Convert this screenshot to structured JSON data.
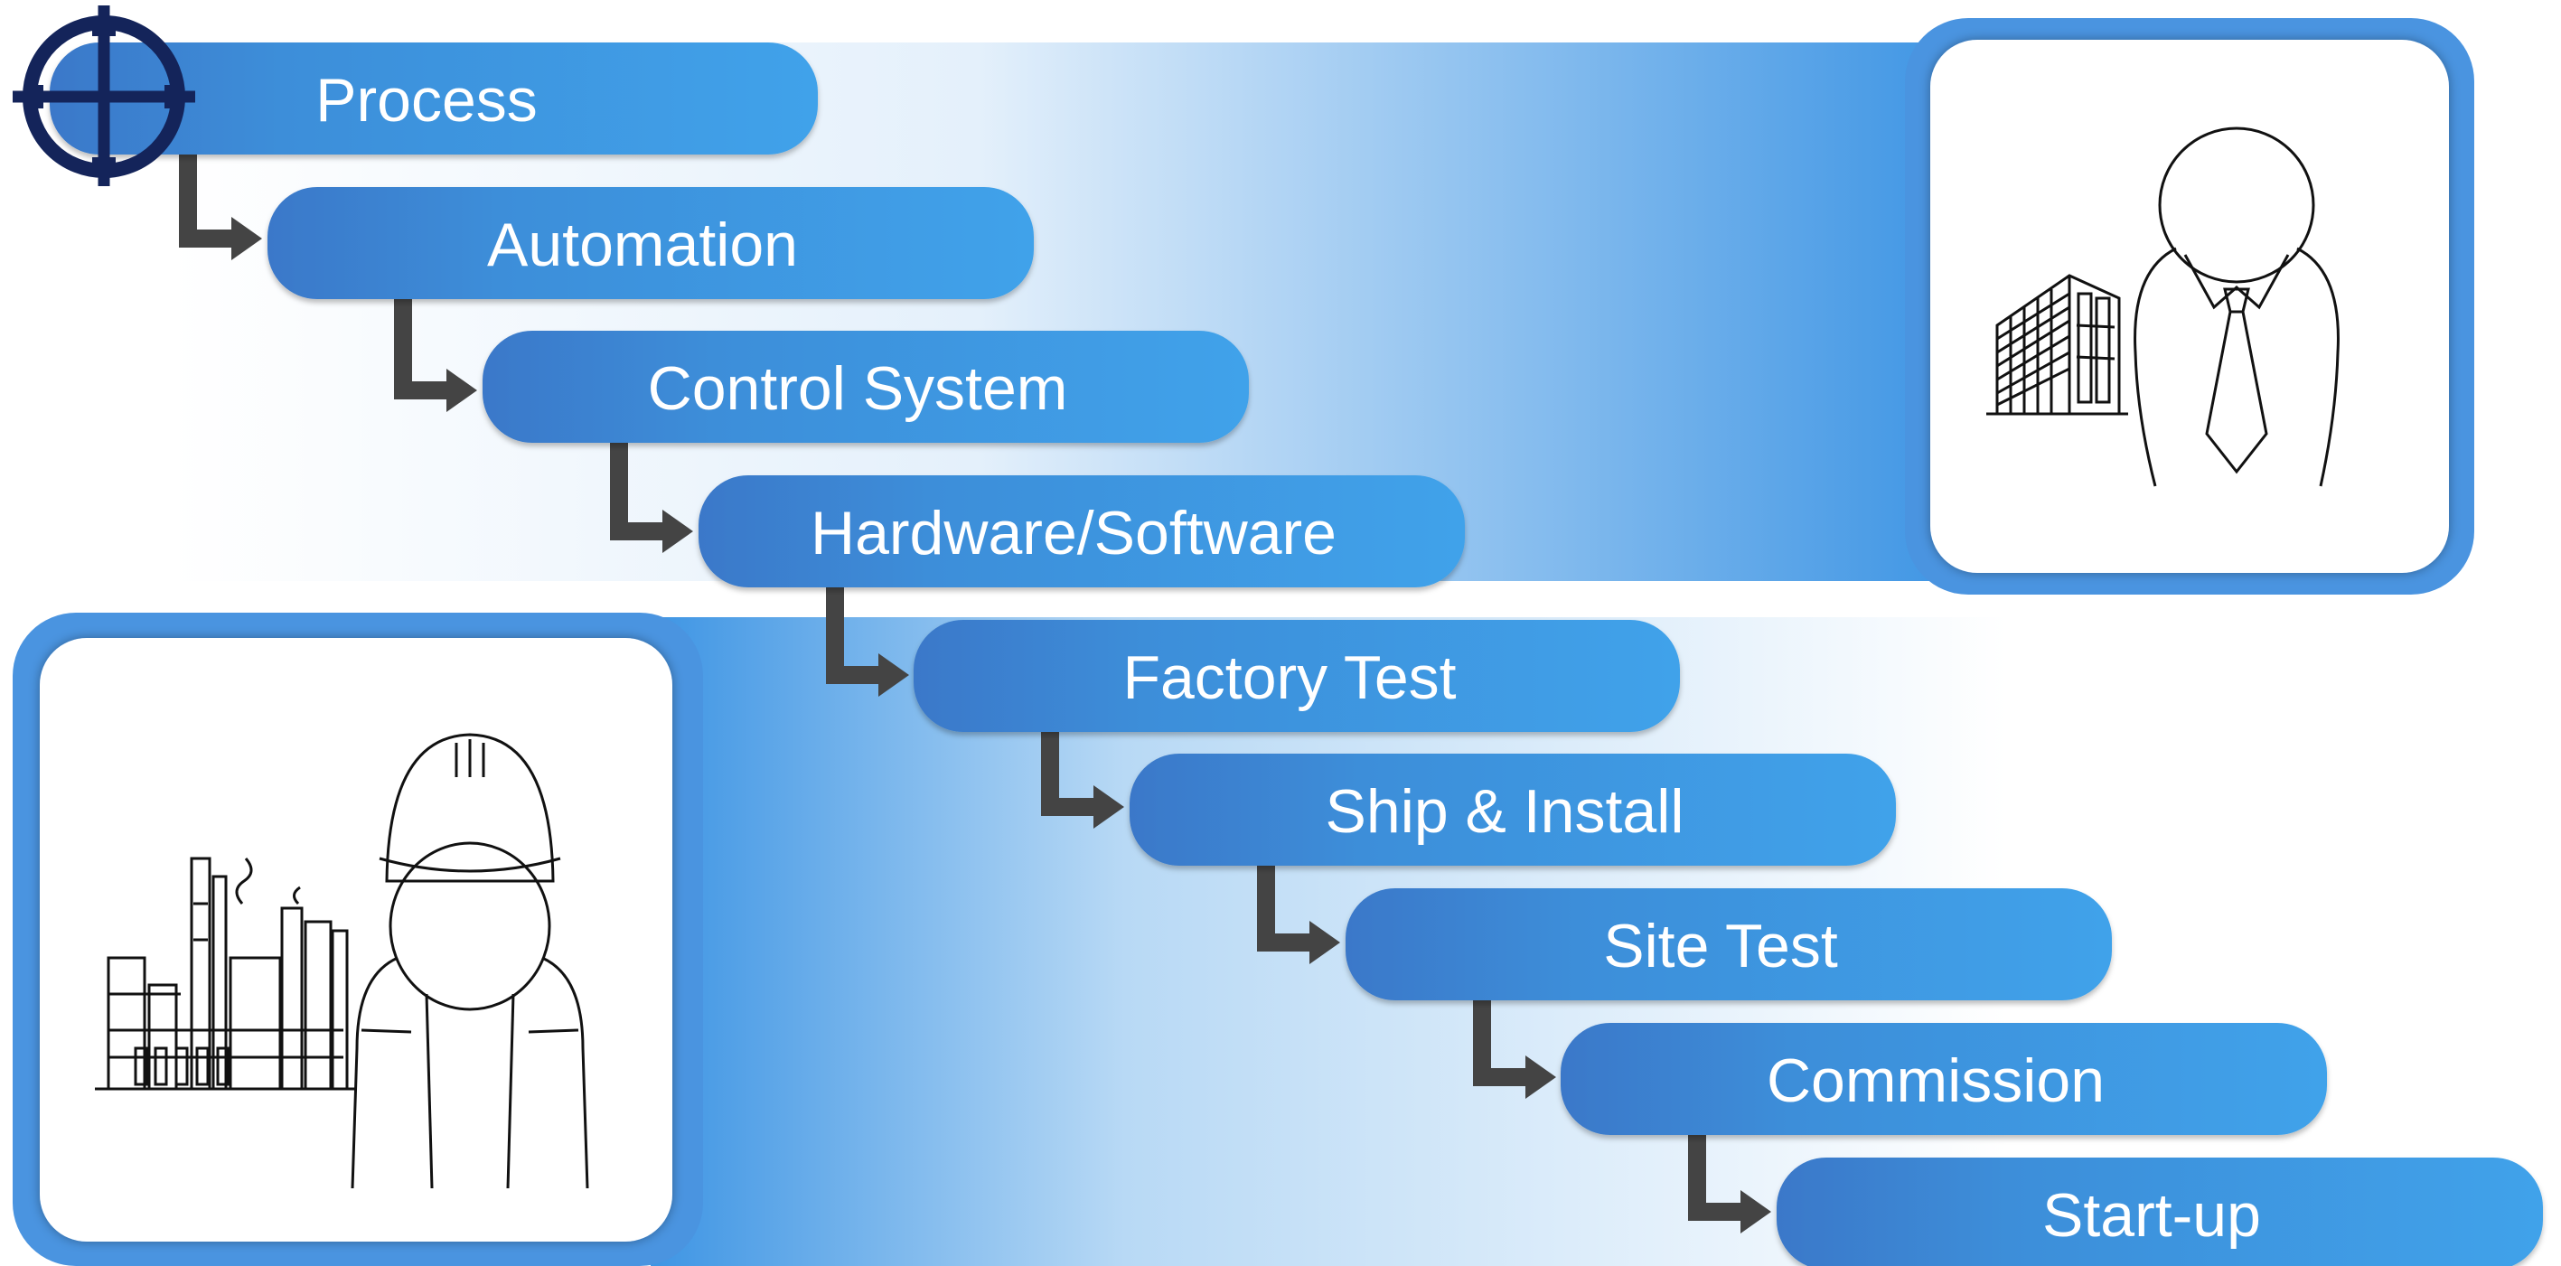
{
  "steps": [
    {
      "label": "Process"
    },
    {
      "label": "Automation"
    },
    {
      "label": "Control System"
    },
    {
      "label": "Hardware/Software"
    },
    {
      "label": "Factory Test"
    },
    {
      "label": "Ship & Install"
    },
    {
      "label": "Site Test"
    },
    {
      "label": "Commission"
    },
    {
      "label": "Start-up"
    }
  ],
  "icons": {
    "target": "crosshair-icon",
    "manager": "businessman-with-office-building-icon",
    "engineer": "field-engineer-with-plant-icon"
  },
  "colors": {
    "pill_dark": "#3a78c9",
    "pill_light": "#3f9fe8",
    "frame": "#4a94e0",
    "arrow": "#444444",
    "target": "#14245a"
  }
}
